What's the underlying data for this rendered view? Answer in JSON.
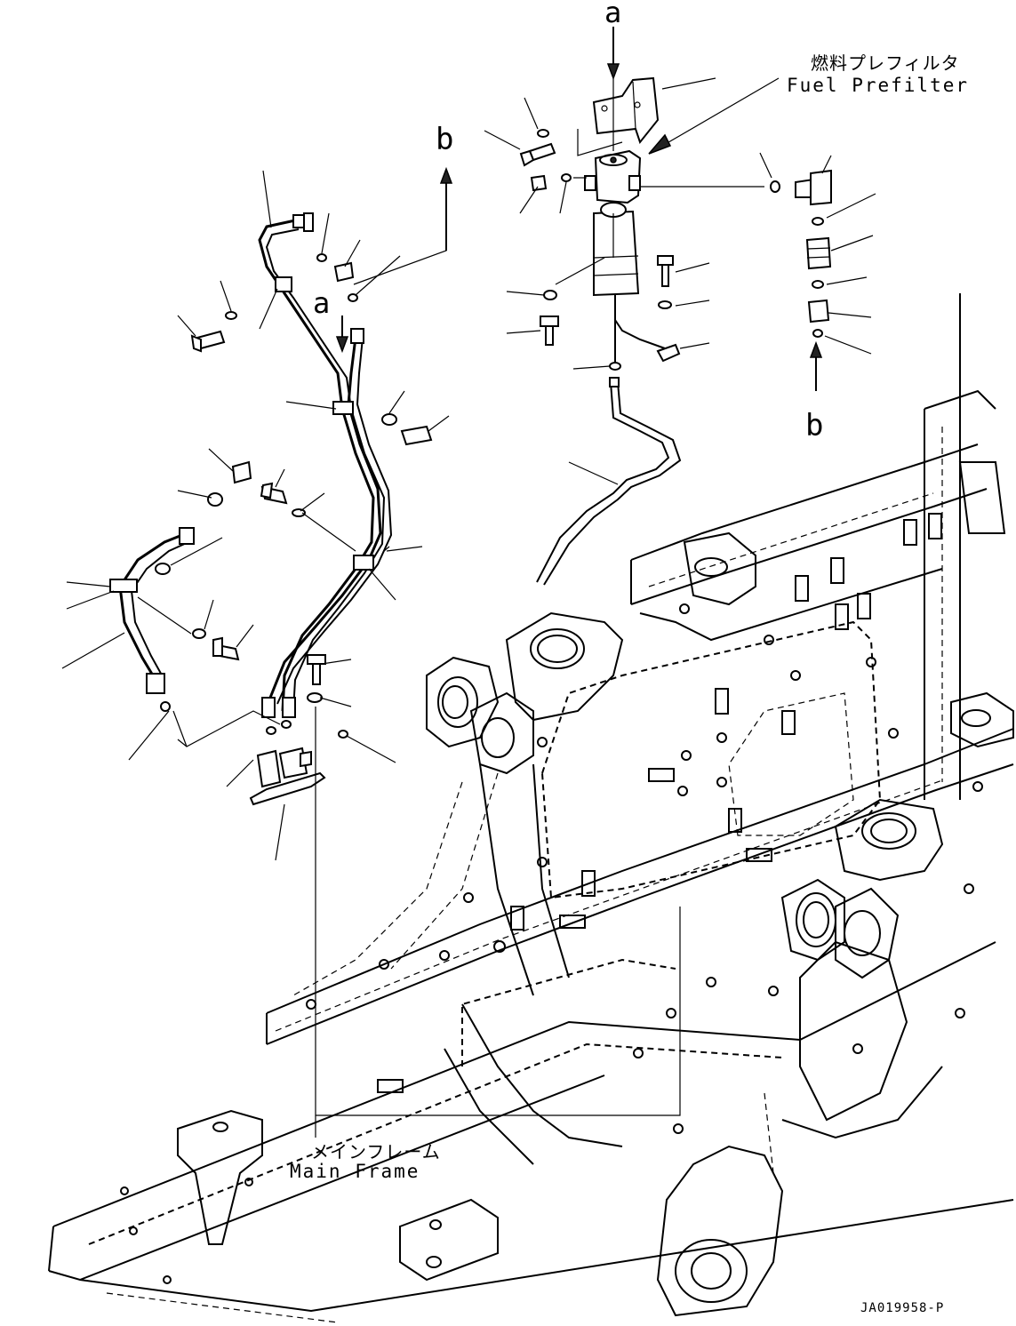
{
  "drawing": {
    "code": "JA019958-P"
  },
  "callouts": {
    "fuel_prefilter_jp": "燃料プレフィルタ",
    "fuel_prefilter_en": "Fuel Prefilter",
    "main_frame_jp": "メインフレーム",
    "main_frame_en": "Main Frame"
  },
  "view_markers": {
    "a_top": "a",
    "a_left": "a",
    "b_top": "b",
    "b_right": "b"
  }
}
